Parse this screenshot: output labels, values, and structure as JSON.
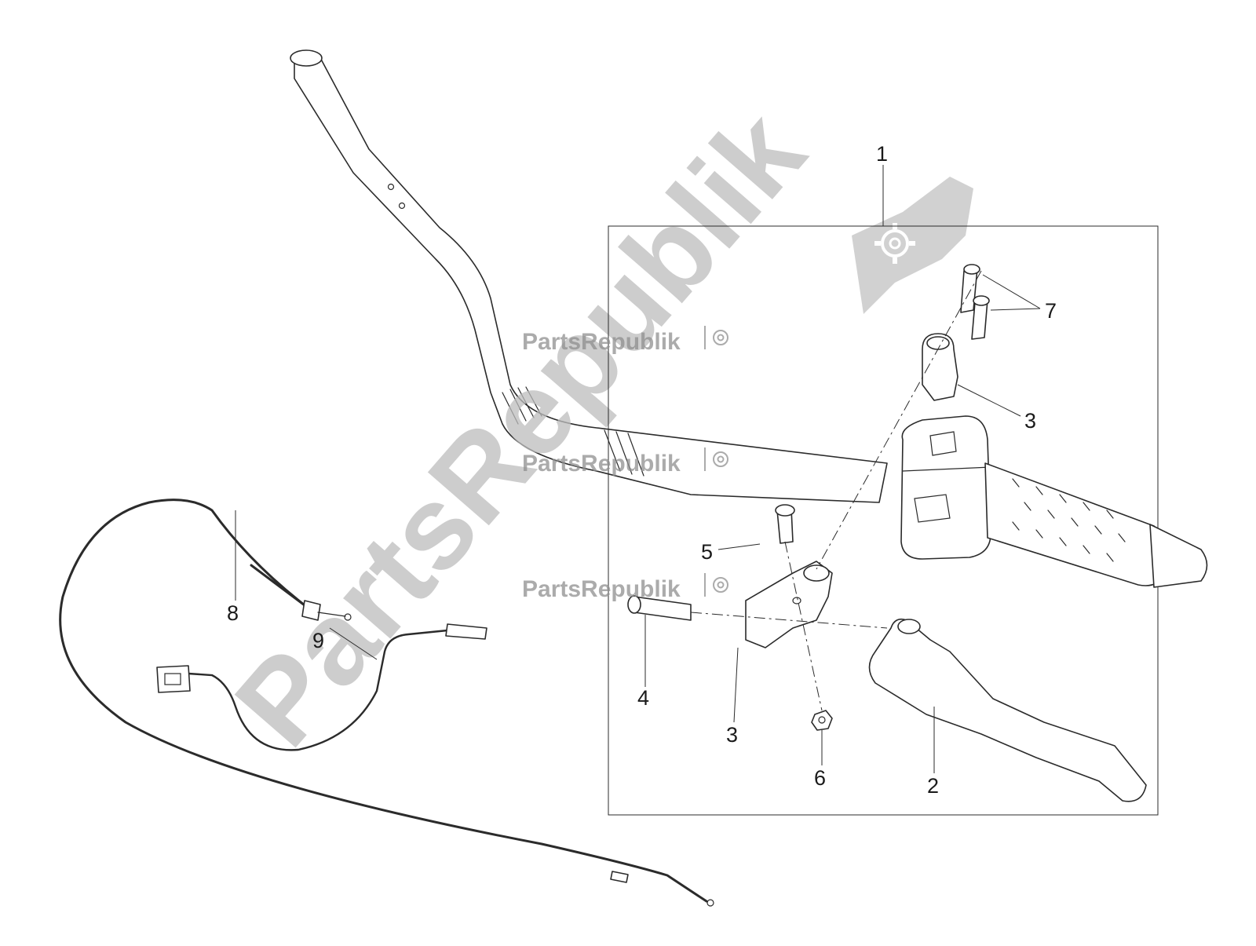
{
  "watermark": {
    "brand": "PartsRepublik",
    "icon": "gear-icon",
    "color": "#bdbdbd"
  },
  "callouts": [
    {
      "id": "1",
      "label": "1"
    },
    {
      "id": "2",
      "label": "2"
    },
    {
      "id": "3a",
      "label": "3"
    },
    {
      "id": "3b",
      "label": "3"
    },
    {
      "id": "4",
      "label": "4"
    },
    {
      "id": "5",
      "label": "5"
    },
    {
      "id": "6",
      "label": "6"
    },
    {
      "id": "7",
      "label": "7"
    },
    {
      "id": "8",
      "label": "8"
    },
    {
      "id": "9",
      "label": "9"
    }
  ],
  "colors": {
    "line": "#2b2b2b",
    "background": "#ffffff",
    "watermark_text": "#8f8f8f"
  }
}
